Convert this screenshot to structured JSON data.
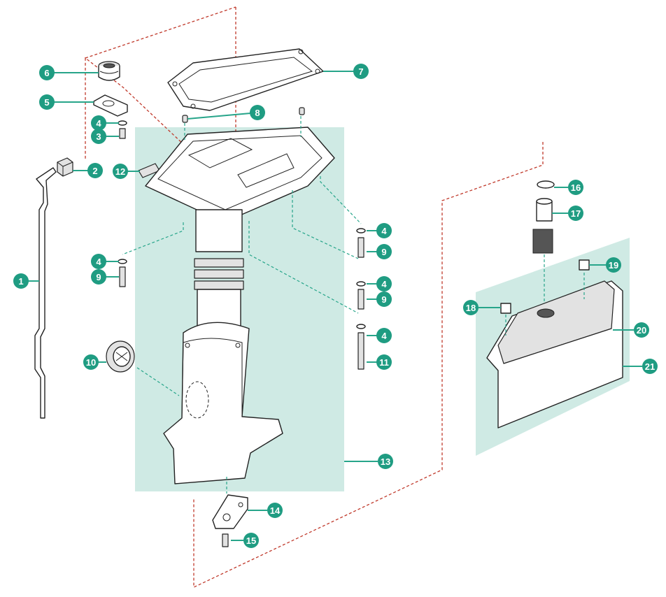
{
  "colors": {
    "callout_fill": "#1f9c82",
    "panel_fill": "#cfeae4",
    "dashed_frame": "#c0392b",
    "alignment_lines": "#27a58a",
    "outline": "#222222"
  },
  "callouts": {
    "c1": "1",
    "c2": "2",
    "c3": "3",
    "c4a": "4",
    "c4b": "4",
    "c4c": "4",
    "c4d": "4",
    "c4e": "4",
    "c5": "5",
    "c6": "6",
    "c7": "7",
    "c8": "8",
    "c9a": "9",
    "c9b": "9",
    "c9c": "9",
    "c10": "10",
    "c11": "11",
    "c12": "12",
    "c13": "13",
    "c14": "14",
    "c15": "15",
    "c16": "16",
    "c17": "17",
    "c18": "18",
    "c19": "19",
    "c20": "20",
    "c21": "21"
  }
}
